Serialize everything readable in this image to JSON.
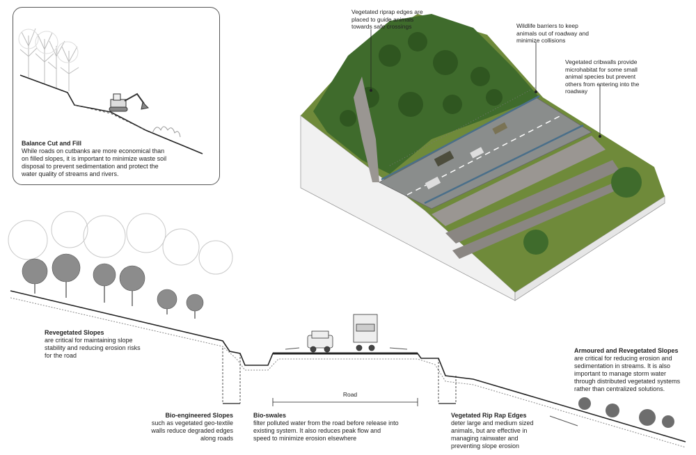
{
  "inset": {
    "title": "Balance Cut and Fill",
    "body": "While roads on cutbanks are more economical than on filled slopes, it is important to minimize waste soil disposal to prevent sedimentation and protect the water quality of streams and rivers."
  },
  "callouts": {
    "riprap": "Vegetated riprap edges are placed to guide animals towards safe crossings",
    "barriers": "Wildlife barriers to keep animals out of roadway and minimize collisions",
    "cribwalls": "Vegetated cribwalls provide microhabitat for some small animal species but prevent others from entering into the roadway"
  },
  "section": {
    "road_label": "Road",
    "revegetated": {
      "title": "Revegetated Slopes",
      "body": "are critical for maintaining slope stability and reducing erosion risks for the road"
    },
    "armoured": {
      "title": "Armoured and Revegetated Slopes",
      "body": "are critical for reducing erosion and sedimentation in streams. It is also important to manage storm water through distributed vegetated systems rather than centralized solutions."
    },
    "bio_engineered": {
      "title": "Bio-engineered Slopes",
      "body": "such as vegetated geo-textile walls reduce degraded edges along roads"
    },
    "bio_swales": {
      "title": "Bio-swales",
      "body": "filter polluted water from the road before release into existing system. It also reduces peak flow and speed to minimize erosion elsewhere"
    },
    "riprap_edges": {
      "title": "Vegetated Rip Rap Edges",
      "body": "deter large and medium sized animals, but are effective in managing rainwater and preventing slope erosion"
    }
  },
  "colors": {
    "forest": "#3f6b2c",
    "grass": "#6f8a3a",
    "road": "#8a8d8c",
    "rock": "#9a9692",
    "outline": "#333333"
  }
}
